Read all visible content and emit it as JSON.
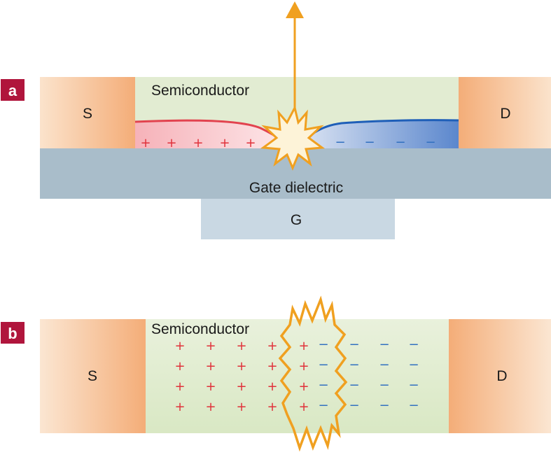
{
  "colors": {
    "panel_badge": "#b0153c",
    "semiconductor": "#e2ecd2",
    "contact": "#f4b07c",
    "dielectric": "#a9bdca",
    "gate": "#c9d8e3",
    "hole_region": "#e8405a",
    "electron_region": "#3a74c4",
    "emission": "#f0a020",
    "plus_sign": "#e0313a",
    "minus_sign": "#2f6fc0"
  },
  "panel_a": {
    "letter": "a",
    "source_label": "S",
    "drain_label": "D",
    "semiconductor_label": "Semiconductor",
    "dielectric_label": "Gate dielectric",
    "gate_label": "G",
    "plus_sign": "+",
    "minus_sign": "−"
  },
  "panel_b": {
    "letter": "b",
    "source_label": "S",
    "drain_label": "D",
    "semiconductor_label": "Semiconductor",
    "plus_sign": "+",
    "minus_sign": "−"
  }
}
